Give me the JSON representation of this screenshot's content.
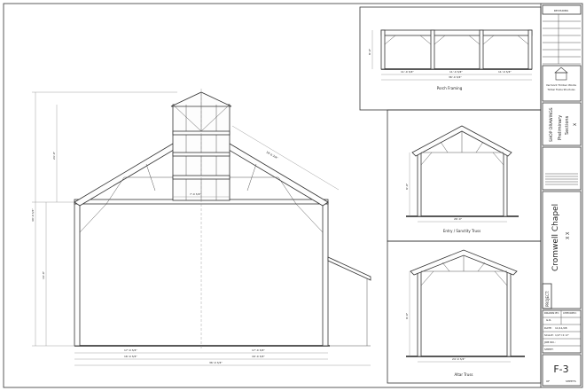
{
  "title_block": {
    "revisions_label": "REVISIONS",
    "company_name": "Vermont Timber Works",
    "company_sub": "Timber Frame Structures",
    "drawing_type": "SHOP DRAWINGS",
    "drawing_status": "Preliminary",
    "drawing_status2": "Sections",
    "drawing_mark": "X",
    "project_label": "PROJECT:",
    "project_name": "Cromwell Chapel",
    "project_marks": "X  X",
    "drawn_by_label": "DRAWN BY:",
    "drawn_by_value": "G.R.",
    "checked_label": "CHECKED:",
    "date_label": "DATE:",
    "date_value": "11/11/08",
    "scale_label": "SCALE:",
    "scale_value": "1/4\"=1'-0\"",
    "job_label": "JOB NO.:",
    "sheet_label": "SHEET:",
    "sheet_no": "F-3",
    "of_label": "OF",
    "sheets_label": "SHEETS"
  },
  "views": {
    "porch": "Porch Framing",
    "entry": "Entry / Sanctity Truss",
    "altar": "Altar Truss"
  },
  "main_dims": {
    "left_total": "40'-0 3/4\"",
    "bottom_total": "36'-0 3/4\"",
    "bottom_left": "17'-0 3/4\"",
    "bottom_right": "17'-0 3/4\"",
    "bottom_l2": "16'-0 3/4\"",
    "bottom_r2": "16'-0 3/4\"",
    "cupola_w": "7'-0 3/4\"",
    "rafter_len": "18'-0 3/4\"",
    "wall_h": "16'-0\"",
    "ridge_h": "24'-0\""
  },
  "porch_dims": {
    "overall": "36'-0 3/4\"",
    "bay": "11'-0 3/4\"",
    "height": "8'-0\""
  },
  "truss_dims": {
    "entry_span": "26'-0\"",
    "altar_span": "24'-0 3/4\"",
    "height": "9'-0\""
  },
  "colors": {
    "line": "#333333",
    "dim": "#888888",
    "paper": "#ffffff"
  }
}
